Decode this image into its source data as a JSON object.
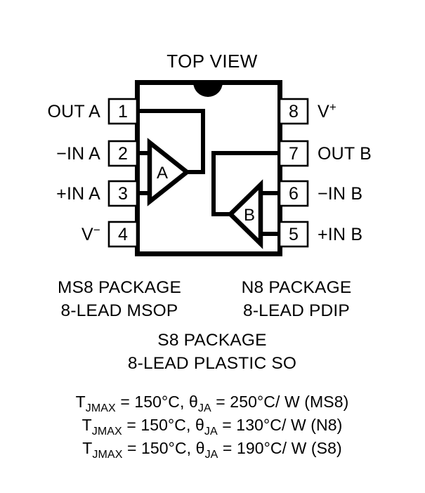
{
  "title": "TOP VIEW",
  "package_diagram": {
    "amplifier_a_label": "A",
    "amplifier_b_label": "B",
    "left_pins": [
      {
        "number": "1",
        "label": "OUT A"
      },
      {
        "number": "2",
        "label": "−IN A"
      },
      {
        "number": "3",
        "label": "+IN A"
      },
      {
        "number": "4",
        "label_base": "V",
        "label_sup": "−"
      }
    ],
    "right_pins": [
      {
        "number": "8",
        "label_base": "V",
        "label_sup": "+"
      },
      {
        "number": "7",
        "label": "OUT B"
      },
      {
        "number": "6",
        "label": "−IN B"
      },
      {
        "number": "5",
        "label": "+IN B"
      }
    ]
  },
  "packages": {
    "left": {
      "line1": "MS8 PACKAGE",
      "line2": "8-LEAD MSOP"
    },
    "right": {
      "line1": "N8 PACKAGE",
      "line2": "8-LEAD PDIP"
    },
    "center": {
      "line1": "S8 PACKAGE",
      "line2": "8-LEAD PLASTIC SO"
    }
  },
  "thermal": {
    "rows": [
      {
        "t_symbol": "T",
        "t_sub": "JMAX",
        "t_value": " = 150°C, ",
        "theta_symbol": "θ",
        "theta_sub": "JA",
        "theta_value": " = 250°C/ W (MS8)"
      },
      {
        "t_symbol": "T",
        "t_sub": "JMAX",
        "t_value": " = 150°C, ",
        "theta_symbol": "θ",
        "theta_sub": "JA",
        "theta_value": " = 130°C/ W (N8)"
      },
      {
        "t_symbol": "T",
        "t_sub": "JMAX",
        "t_value": " = 150°C, ",
        "theta_symbol": "θ",
        "theta_sub": "JA",
        "theta_value": " = 190°C/ W (S8)"
      }
    ]
  },
  "colors": {
    "ink": "#000000",
    "background": "#ffffff"
  }
}
